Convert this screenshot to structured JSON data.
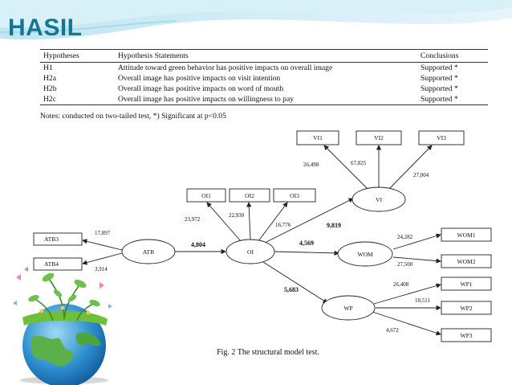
{
  "title": "HASIL",
  "table": {
    "headers": [
      "Hypotheses",
      "Hypothesis Statements",
      "Conclusions"
    ],
    "rows": [
      {
        "id": "H1",
        "statement": "Attitude toward green behavior has positive impacts on overall image",
        "conclusion": "Supported *"
      },
      {
        "id": "H2a",
        "statement": "Overall image has positive impacts on visit intention",
        "conclusion": "Supported *"
      },
      {
        "id": "H2b",
        "statement": "Overall image has positive impacts on word of mouth",
        "conclusion": "Supported *"
      },
      {
        "id": "H2c",
        "statement": "Overall image has positive impacts on willingness to pay",
        "conclusion": "Supported *"
      }
    ],
    "note": "Notes: conducted on two-tailed test, *) Significant at p<0.05"
  },
  "diagram": {
    "latent": {
      "atb": "ATB",
      "oi": "OI",
      "vi": "VI",
      "wom": "WOM",
      "wp": "WP"
    },
    "indicators": {
      "atb3": "ATB3",
      "atb4": "ATB4",
      "oi1": "OI1",
      "oi2": "OI2",
      "oi3": "OI3",
      "vi1": "VI1",
      "vi2": "VI2",
      "vi3": "VI3",
      "wom1": "WOM1",
      "wom2": "WOM2",
      "wp1": "WP1",
      "wp2": "WP2",
      "wp3": "WP3"
    },
    "loadings": {
      "atb3": "17,897",
      "atb4": "3,914",
      "oi1": "23,972",
      "oi2": "22,930",
      "oi3": "16,776",
      "vi1": "26,498",
      "vi2": "67,825",
      "vi3": "27,004",
      "wom1": "24,282",
      "wom2": "27,500",
      "wp1": "26,408",
      "wp2": "18,511",
      "wp3": "4,672"
    },
    "paths": {
      "atb_oi": "4,804",
      "oi_vi": "9,819",
      "oi_wom": "4,569",
      "oi_wp": "5,683"
    }
  },
  "caption": "Fig. 2 The structural model test."
}
